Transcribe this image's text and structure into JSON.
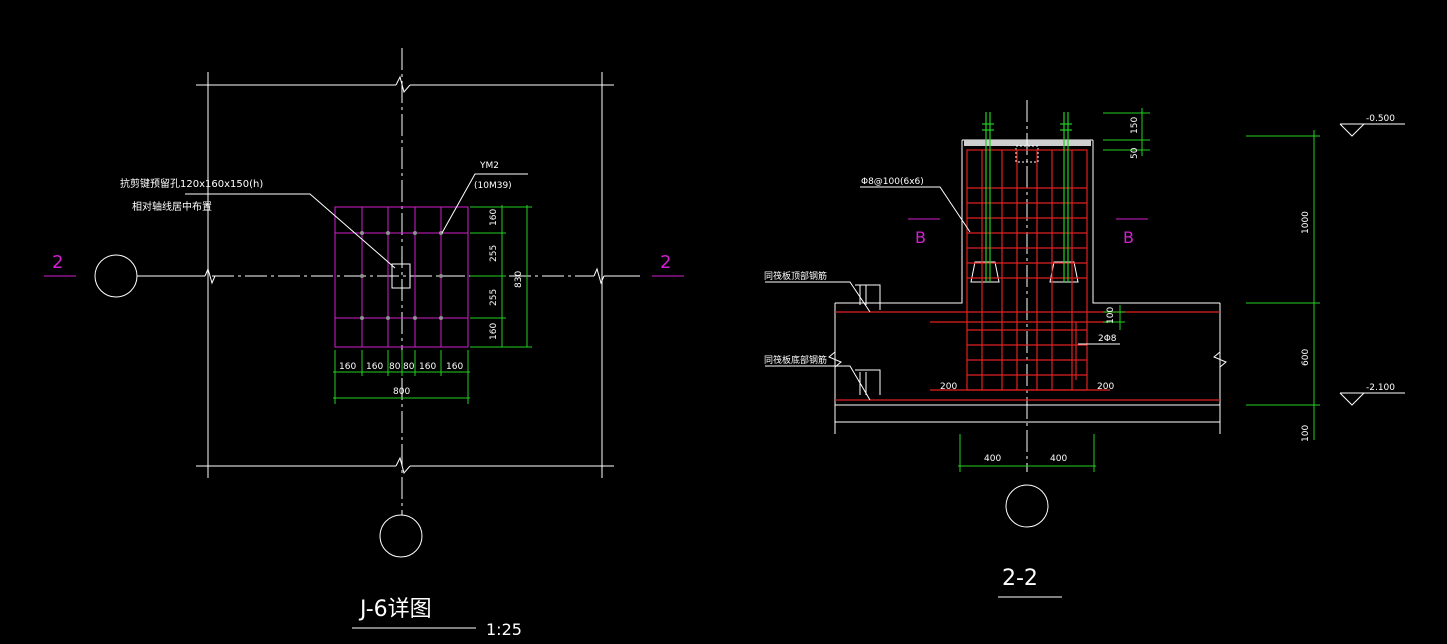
{
  "colors": {
    "background": "#000000",
    "line": "#ffffff",
    "magenta": "#d020d0",
    "green": "#22d022",
    "red": "#e02020"
  },
  "plan": {
    "title": "J-6详图",
    "scale": "1:25",
    "section_mark_left": "2",
    "section_mark_right": "2",
    "note_line1": "抗剪键预留孔120x160x150(h)",
    "note_line2": "相对轴线居中布置",
    "bolt_tag_line1": "YM2",
    "bolt_tag_line2": "(10M39)",
    "dims_vertical": [
      "160",
      "255",
      "255",
      "160"
    ],
    "dim_total_vertical": "830",
    "dims_horizontal": [
      "160",
      "160",
      "80",
      "80",
      "160",
      "160"
    ],
    "dim_total_horizontal": "800"
  },
  "section": {
    "title": "2-2",
    "stirrup_label": "Φ8@100(6x6)",
    "mark_b_left": "B",
    "mark_b_right": "B",
    "slab_top_label": "同筏板顶部钢筋",
    "slab_bottom_label": "同筏板底部钢筋",
    "dim_top_150": "150",
    "dim_top_50": "50",
    "dim_100": "100",
    "bar_label": "2Φ8",
    "dim_200_left": "200",
    "dim_200_right": "200",
    "dim_400_left": "400",
    "dim_400_right": "400",
    "elev_top": "-0.500",
    "elev_bottom": "-2.100",
    "dim_1000": "1000",
    "dim_600": "600",
    "dim_100_bottom": "100"
  }
}
